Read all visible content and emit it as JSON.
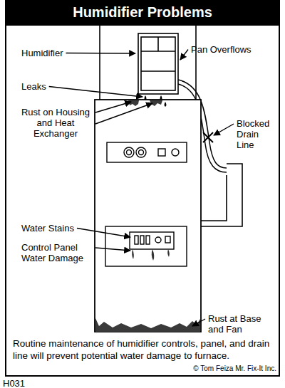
{
  "diagram": {
    "title": "Humidifier Problems",
    "caption": "Routine maintenance of humidifier controls, panel, and drain line will prevent potential water damage to furnace.",
    "labels": [
      "Humidifier",
      "Pan Overflows",
      "Leaks",
      "Blocked Drain Line",
      "Rust on Housing and Heat Exchanger",
      "Water Stains",
      "Control Panel Water Damage",
      "Rust at Base and Fan",
      "© Tom Feiza Mr. Fix-It Inc.",
      "H031"
    ]
  }
}
